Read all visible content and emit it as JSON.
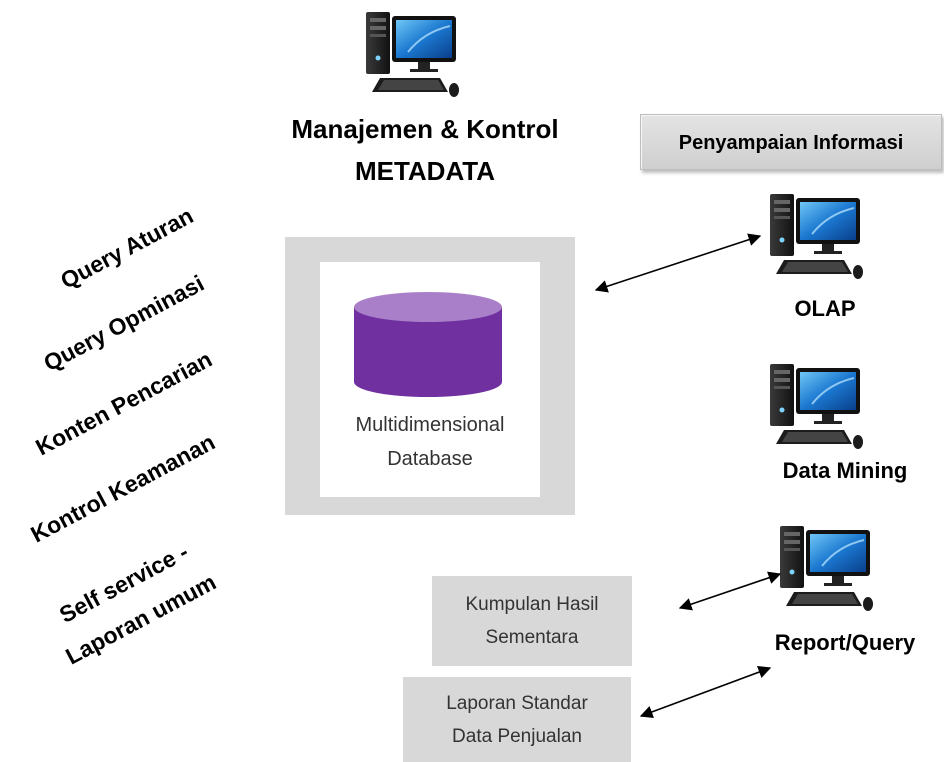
{
  "metadata": {
    "line1": "Manajemen & Kontrol",
    "line2": "METADATA"
  },
  "info_button": "Penyampaian Informasi",
  "tools": [
    {
      "label": "OLAP",
      "icon": "desktop-computer-icon"
    },
    {
      "label": "Data Mining",
      "icon": "desktop-computer-icon"
    },
    {
      "label": "Report/Query",
      "icon": "desktop-computer-icon"
    }
  ],
  "database": {
    "line1": "Multidimensional",
    "line2": "Database",
    "color": "#7030a0"
  },
  "boxes": [
    {
      "line1": "Kumpulan Hasil",
      "line2": "Sementara"
    },
    {
      "line1": "Laporan Standar",
      "line2": "Data Penjualan"
    }
  ],
  "rotated_labels": {
    "l1": "Query Aturan",
    "l2": "Query Opminasi",
    "l3": "Konten Pencarian",
    "l4": "Kontrol Keamanan",
    "l5a": "Self service -",
    "l5b": "Laporan umum"
  }
}
